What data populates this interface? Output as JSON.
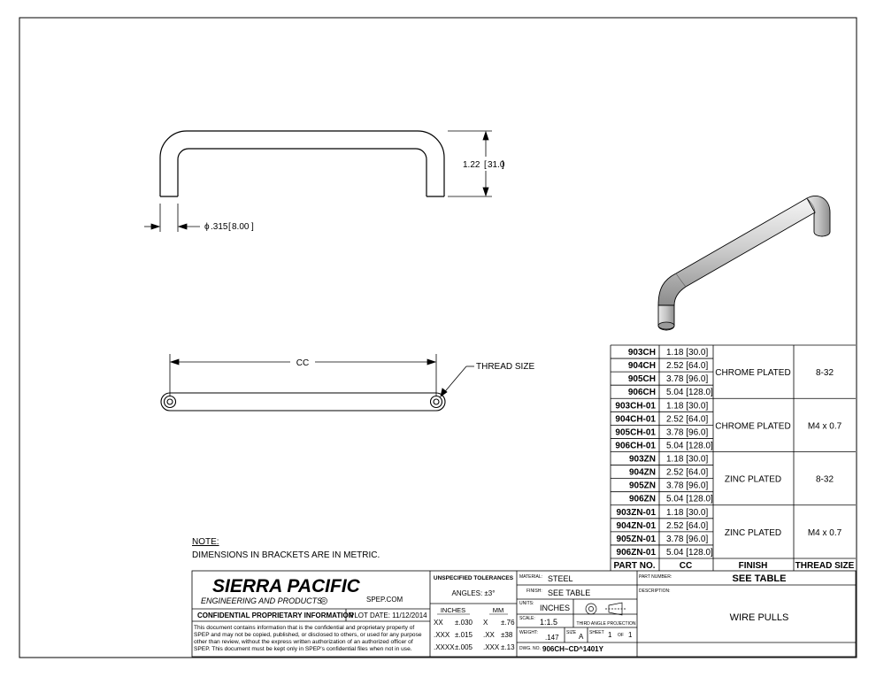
{
  "dims": {
    "height_in": "1.22",
    "height_mm": "31.0",
    "dia_in": ".315",
    "dia_mm": "8.00",
    "cc_label": "CC",
    "thread_label": "THREAD SIZE"
  },
  "table": {
    "headers": [
      "PART NO.",
      "CC",
      "FINISH",
      "THREAD SIZE"
    ],
    "rows": [
      {
        "part": "903CH",
        "cc": "1.18 [30.0]"
      },
      {
        "part": "904CH",
        "cc": "2.52 [64.0]"
      },
      {
        "part": "905CH",
        "cc": "3.78 [96.0]"
      },
      {
        "part": "906CH",
        "cc": "5.04 [128.0]"
      },
      {
        "part": "903CH-01",
        "cc": "1.18 [30.0]"
      },
      {
        "part": "904CH-01",
        "cc": "2.52 [64.0]"
      },
      {
        "part": "905CH-01",
        "cc": "3.78 [96.0]"
      },
      {
        "part": "906CH-01",
        "cc": "5.04 [128.0]"
      },
      {
        "part": "903ZN",
        "cc": "1.18 [30.0]"
      },
      {
        "part": "904ZN",
        "cc": "2.52 [64.0]"
      },
      {
        "part": "905ZN",
        "cc": "3.78 [96.0]"
      },
      {
        "part": "906ZN",
        "cc": "5.04 [128.0]"
      },
      {
        "part": "903ZN-01",
        "cc": "1.18 [30.0]"
      },
      {
        "part": "904ZN-01",
        "cc": "2.52 [64.0]"
      },
      {
        "part": "905ZN-01",
        "cc": "3.78 [96.0]"
      },
      {
        "part": "906ZN-01",
        "cc": "5.04 [128.0]"
      }
    ],
    "groups": [
      {
        "finish": "CHROME PLATED",
        "thread": "8-32"
      },
      {
        "finish": "CHROME PLATED",
        "thread": "M4 x 0.7"
      },
      {
        "finish": "ZINC PLATED",
        "thread": "8-32"
      },
      {
        "finish": "ZINC PLATED",
        "thread": "M4 x 0.7"
      }
    ]
  },
  "note": {
    "title": "NOTE:",
    "text": "DIMENSIONS IN BRACKETS ARE IN METRIC."
  },
  "title_block": {
    "company": "SIERRA PACIFIC",
    "company_sub": "ENGINEERING AND PRODUCTS",
    "registered": "R",
    "website": "SPEP.COM",
    "confidential_label": "CONFIDENTIAL PROPRIETARY INFORMATION",
    "plot_date": "PLOT DATE: 11/12/2014",
    "confidential_text": [
      "This document contains information that is the confidential and proprietary property of",
      "SPEP and may not be copied, published, or disclosed to others, or used for any purpose",
      "other than review, without the express written authorization of an authorized officer of",
      "SPEP. This document must be kept only in SPEP's confidential files when not in use."
    ],
    "tol_title": "UNSPECIFIED TOLERANCES",
    "angles": "ANGLES: ±3°",
    "inches_hdr": "INCHES",
    "mm_hdr": "MM",
    "tol_rows": [
      [
        "XX",
        "±.030",
        "X",
        "±.76"
      ],
      [
        ".XXX",
        "±.015",
        ".XX",
        "±38"
      ],
      [
        ".XXXX",
        "±.005",
        ".XXX",
        "±.13"
      ]
    ],
    "material_lbl": "MATERIAL:",
    "material": "STEEL",
    "finish_lbl": "FINISH:",
    "finish": "SEE TABLE",
    "units_lbl": "UNITS:",
    "units": "INCHES",
    "scale_lbl": "SCALE:",
    "scale": "1:1.5",
    "projection": "THIRD ANGLE PROJECTION",
    "weight_lbl": "WEIGHT:",
    "weight": ".147",
    "size_lbl": "SIZE",
    "size": "A",
    "sheet_lbl": "SHEET",
    "sheet": "1",
    "of_lbl": "OF",
    "of": "1",
    "dwg_lbl": "DWG. NO.",
    "dwg": "906CH~CD^1401Y",
    "partnum_lbl": "PART NUMBER:",
    "partnum": "SEE TABLE",
    "desc_lbl": "DESCRIPTION:",
    "desc": "WIRE PULLS"
  }
}
